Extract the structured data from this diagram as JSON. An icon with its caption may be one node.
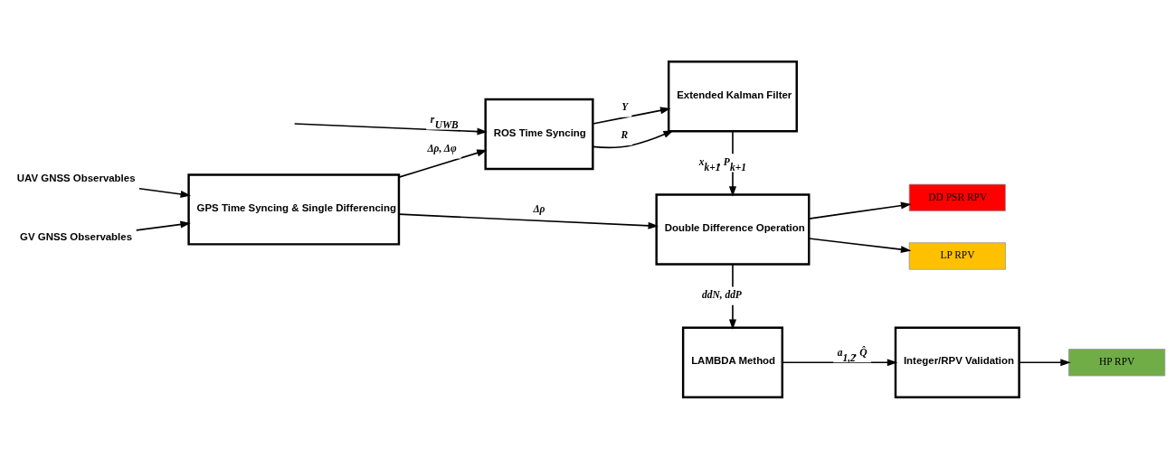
{
  "diagram": {
    "nodes": [
      {
        "text": [
          "UAV GNSS Observables"
        ]
      },
      {
        "text": [
          "GV GNSS Observables"
        ]
      },
      {
        "text": [
          "GPS Time Syncing & Single Differencing"
        ]
      },
      {
        "text": [
          "ROS Time Syncing"
        ]
      },
      {
        "text": [
          "Extended Kalman Filter"
        ]
      },
      {
        "text": [
          "Double Difference Operation"
        ]
      },
      {
        "text": [
          "DD PSR RPV"
        ]
      },
      {
        "text": [
          "LP RPV"
        ]
      },
      {
        "text": [
          "LAMBDA Method"
        ]
      },
      {
        "text": [
          "Integer/RPV Validation"
        ]
      },
      {
        "text": [
          "HP RPV"
        ]
      }
    ],
    "edges": [
      {
        "from": 0,
        "to": 2,
        "arrow": "to"
      },
      {
        "from": 1,
        "to": 2,
        "arrow": "to"
      },
      {
        "from": 2,
        "to": 3,
        "arrow": "to",
        "label": "Δρ, Δφ"
      },
      {
        "from": 3,
        "to": 4,
        "arrow": "to",
        "label": "Y⃗"
      },
      {
        "from": 3,
        "to": 4,
        "arrow": "to",
        "label": "R⃗"
      },
      {
        "from": null,
        "to": 3,
        "arrow": "to",
        "label": "r⃗$_{UWB}$"
      },
      {
        "from": 4,
        "to": 5,
        "arrow": "to",
        "label": "x⃗$_{k+1}$, P⃗$_{k+1}$"
      },
      {
        "from": 2,
        "to": 5,
        "arrow": "to",
        "label": "Δρ"
      },
      {
        "from": 5,
        "to": 6,
        "arrow": "to"
      },
      {
        "from": 5,
        "to": 7,
        "arrow": "to"
      },
      {
        "from": 5,
        "to": 8,
        "arrow": "to",
        "label": "ddN, ddP"
      },
      {
        "from": 8,
        "to": 9,
        "arrow": "to",
        "label": "a⃗$_{1,2}$, Q̂"
      },
      {
        "from": 9,
        "to": 10,
        "arrow": "to"
      }
    ]
  }
}
